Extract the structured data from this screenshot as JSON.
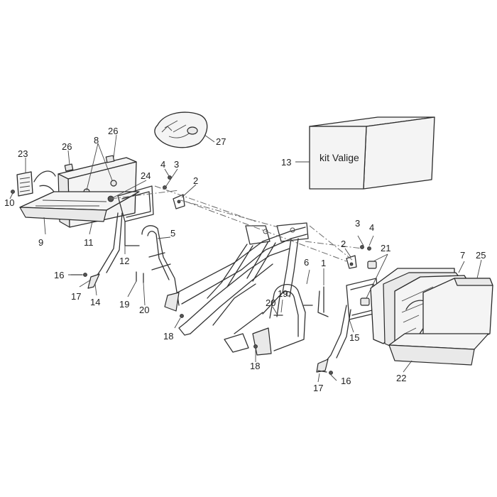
{
  "diagram": {
    "box_label": "kit Valige",
    "callouts": [
      "1",
      "2",
      "3",
      "4",
      "5",
      "6",
      "7",
      "8",
      "9",
      "10",
      "11",
      "12",
      "13",
      "14",
      "15",
      "16",
      "17",
      "18",
      "19",
      "20",
      "21",
      "22",
      "23",
      "24",
      "25",
      "26",
      "27"
    ]
  }
}
